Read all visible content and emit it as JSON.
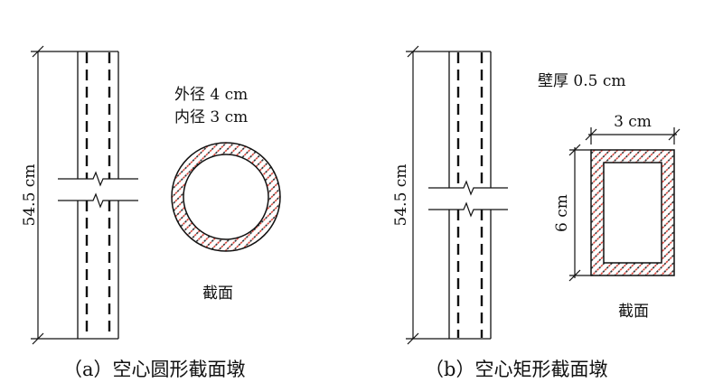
{
  "panel_a": {
    "height_label": "54.5 cm",
    "outer_diameter": "外径 4 cm",
    "inner_diameter": "内径 3 cm",
    "section_label": "截面",
    "caption": "（a）空心圆形截面墩"
  },
  "panel_b": {
    "height_label": "54.5 cm",
    "wall_thickness": "壁厚 0.5 cm",
    "width_label": "3 cm",
    "depth_label": "6 cm",
    "section_label": "截面",
    "caption": "（b）空心矩形截面墩"
  },
  "colors": {
    "line": "#111111",
    "hatch_red": "#e0443a",
    "hatch_dark": "#333333"
  }
}
